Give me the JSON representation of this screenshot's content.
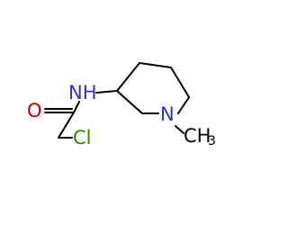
{
  "molecule": {
    "atoms": {
      "nitrogen_amide": "NH",
      "nitrogen_ring": "N",
      "oxygen": "O",
      "chlorine": "Cl",
      "methyl_carbon": "CH",
      "methyl_subscript": "3"
    },
    "colors": {
      "nitrogen": "#3333cc",
      "oxygen": "#cc0000",
      "chlorine": "#2e8b00",
      "carbon": "#000000",
      "bond": "#000000"
    }
  }
}
